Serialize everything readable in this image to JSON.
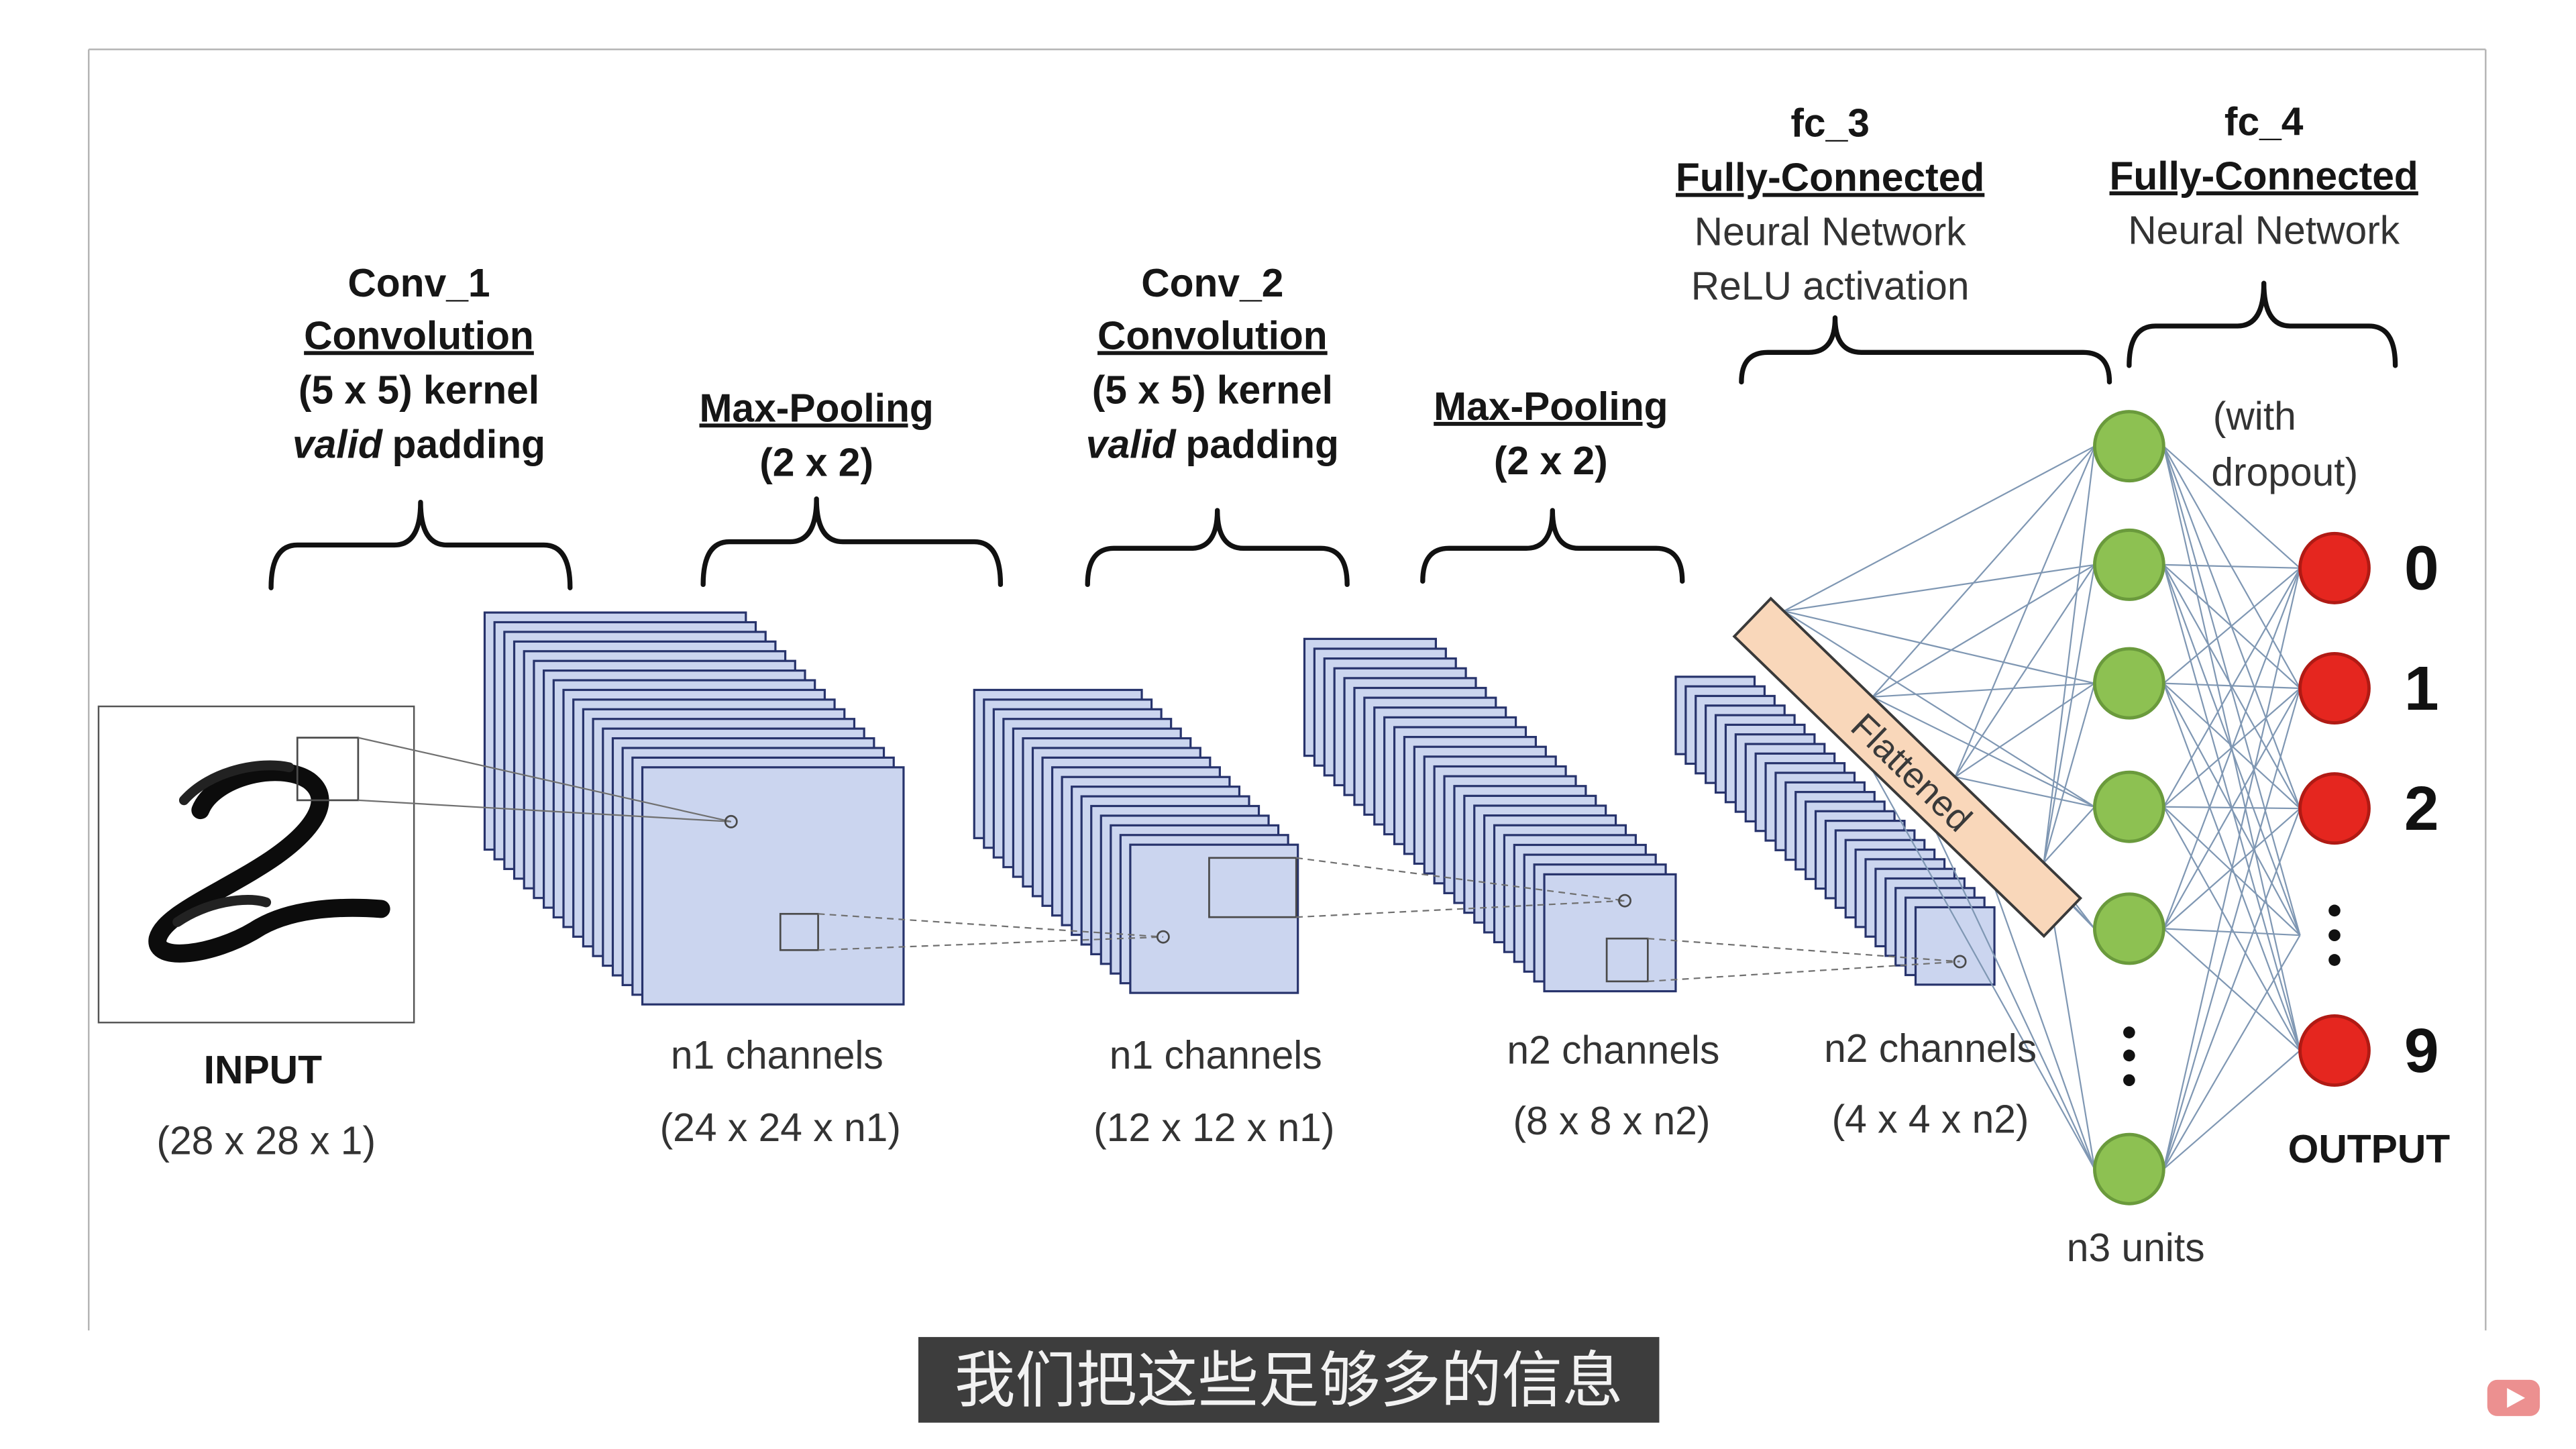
{
  "video": {
    "subtitle": "我们把这些足够多的信息",
    "watermark_icon": "youtube-logo-icon"
  },
  "diagram": {
    "input": {
      "label": "INPUT",
      "shape": "(28 x 28 x 1)"
    },
    "conv1": {
      "name": "Conv_1",
      "type": "Convolution",
      "kernel": "(5 x 5) kernel",
      "padding_style": "valid",
      "padding_word": "padding",
      "channels": "n1 channels",
      "shape": "(24 x 24 x n1)"
    },
    "pool1": {
      "type": "Max-Pooling",
      "size": "(2 x 2)",
      "channels": "n1 channels",
      "shape": "(12 x 12 x n1)"
    },
    "conv2": {
      "name": "Conv_2",
      "type": "Convolution",
      "kernel": "(5 x 5) kernel",
      "padding_style": "valid",
      "padding_word": "padding",
      "channels": "n2 channels",
      "shape": "(8 x 8 x n2)"
    },
    "pool2": {
      "type": "Max-Pooling",
      "size": "(2 x 2)",
      "channels": "n2 channels",
      "shape": "(4 x 4 x n2)"
    },
    "flatten": {
      "label": "Flattened"
    },
    "fc3": {
      "name": "fc_3",
      "type": "Fully-Connected",
      "description": "Neural Network",
      "activation": "ReLU activation",
      "units": "n3 units"
    },
    "fc4": {
      "name": "fc_4",
      "type": "Fully-Connected",
      "description": "Neural Network",
      "note_line1": "(with",
      "note_line2": "dropout)"
    },
    "output": {
      "label": "OUTPUT",
      "classes": [
        "0",
        "1",
        "2",
        "9"
      ]
    }
  },
  "colors": {
    "feature_map_fill": "#cbd5ef",
    "feature_map_stroke": "#27336c",
    "hidden_node_fill": "#8dc152",
    "hidden_node_stroke": "#6a9a3c",
    "output_node_fill": "#e5261f",
    "output_node_stroke": "#b01a14",
    "flatten_fill": "#f9d7ba",
    "flatten_stroke": "#3a3a3a",
    "connection_line": "#7f97b3",
    "subtitle_background": "#3d3d3d",
    "subtitle_text": "#f2f2f2",
    "youtube_red": "#e04848"
  }
}
